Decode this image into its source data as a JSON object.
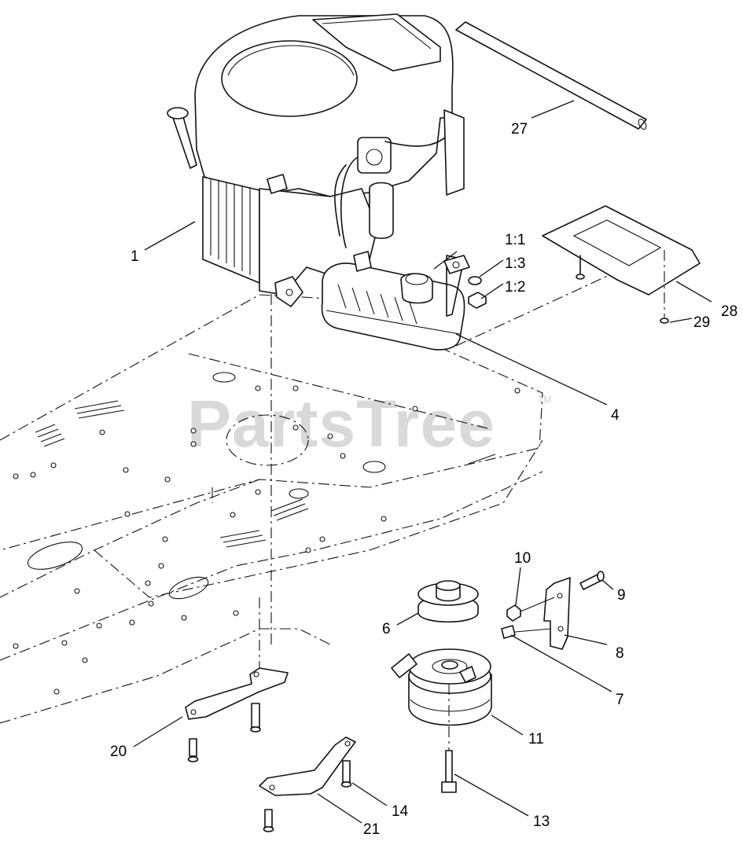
{
  "watermark": {
    "text": "PartsTree",
    "trademark": "TM"
  },
  "callouts": [
    {
      "id": "1",
      "label": "1"
    },
    {
      "id": "1-1",
      "label": "1:1"
    },
    {
      "id": "1-3",
      "label": "1:3"
    },
    {
      "id": "1-2",
      "label": "1:2"
    },
    {
      "id": "4",
      "label": "4"
    },
    {
      "id": "6",
      "label": "6"
    },
    {
      "id": "7",
      "label": "7"
    },
    {
      "id": "8",
      "label": "8"
    },
    {
      "id": "9",
      "label": "9"
    },
    {
      "id": "10",
      "label": "10"
    },
    {
      "id": "11",
      "label": "11"
    },
    {
      "id": "13",
      "label": "13"
    },
    {
      "id": "14",
      "label": "14"
    },
    {
      "id": "20",
      "label": "20"
    },
    {
      "id": "21",
      "label": "21"
    },
    {
      "id": "27",
      "label": "27"
    },
    {
      "id": "28",
      "label": "28"
    },
    {
      "id": "29",
      "label": "29"
    }
  ]
}
